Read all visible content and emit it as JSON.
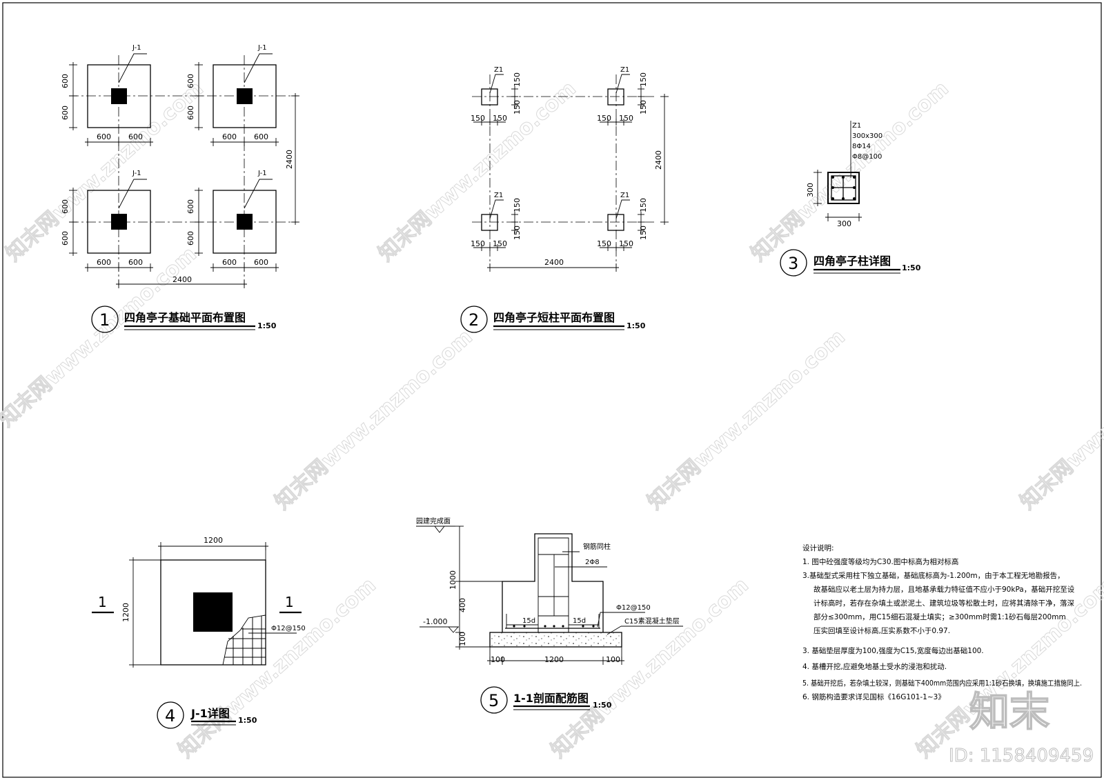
{
  "watermark": {
    "text": "知末网www.znzmo.com",
    "brand": "知末",
    "id": "ID: 1158409459"
  },
  "drawing1": {
    "number": "1",
    "title": "四角亭子基础平面布置图",
    "scale": "1:50",
    "footing_tag": "J-1",
    "dim_600": "600",
    "dim_2400": "2400"
  },
  "drawing2": {
    "number": "2",
    "title": "四角亭子短柱平面布置图",
    "scale": "1:50",
    "column_tag": "Z1",
    "dim_150": "150",
    "dim_2400": "2400"
  },
  "drawing3": {
    "number": "3",
    "title": "四角亭子柱详图",
    "scale": "1:50",
    "tag": "Z1",
    "size": "300x300",
    "main_bars": "8Φ14",
    "stirrups": "Φ8@100",
    "dim_300": "300"
  },
  "drawing4": {
    "number": "4",
    "title": "J-1详图",
    "scale": "1:50",
    "dim_1200": "1200",
    "section_mark": "1",
    "rebar": "Φ12@150"
  },
  "drawing5": {
    "number": "5",
    "title": "1-1剖面配筋图",
    "scale": "1:50",
    "grade_label": "园建完成面",
    "column_rebar": "钢筋同柱",
    "bars_2": "2Φ8",
    "rebar": "Φ12@150",
    "anchor": "15d",
    "cushion": "C15素混凝土垫层",
    "elevation": "-1.000",
    "dim_1000": "1000",
    "dim_400": "400",
    "dim_100": "100",
    "dim_1200": "1200"
  },
  "notes": {
    "heading": "设计说明:",
    "lines": [
      "1. 图中砼强度等级均为C30.图中标高为相对标高",
      "3.基础型式采用柱下独立基础，基础底标高为-1.200m，由于本工程无地勘报告，",
      "故基础应以老土层为持力层，且地基承载力特征值不应小于90kPa，基础开挖至设",
      "计标高时，若存在杂填土或淤泥土、建筑垃圾等松散土时，应将其清除干净，落深",
      "部分≤300mm，用C15细石混凝土填实；≥300mm时需1:1砂石每层200mm",
      "压实回填至设计标高,压实系数不小于0.97.",
      "3. 基础垫层厚度为100,强度为C15,宽度每边出基础100.",
      "4. 基槽开挖,应避免地基土受水的浸泡和扰动.",
      "5. 基础开挖后，若杂填土较深，则基础下400mm范围内应采用1:1砂石换填，换填施工措施同上.",
      "6. 钢筋构造要求详见国标《16G101-1~3》"
    ]
  }
}
